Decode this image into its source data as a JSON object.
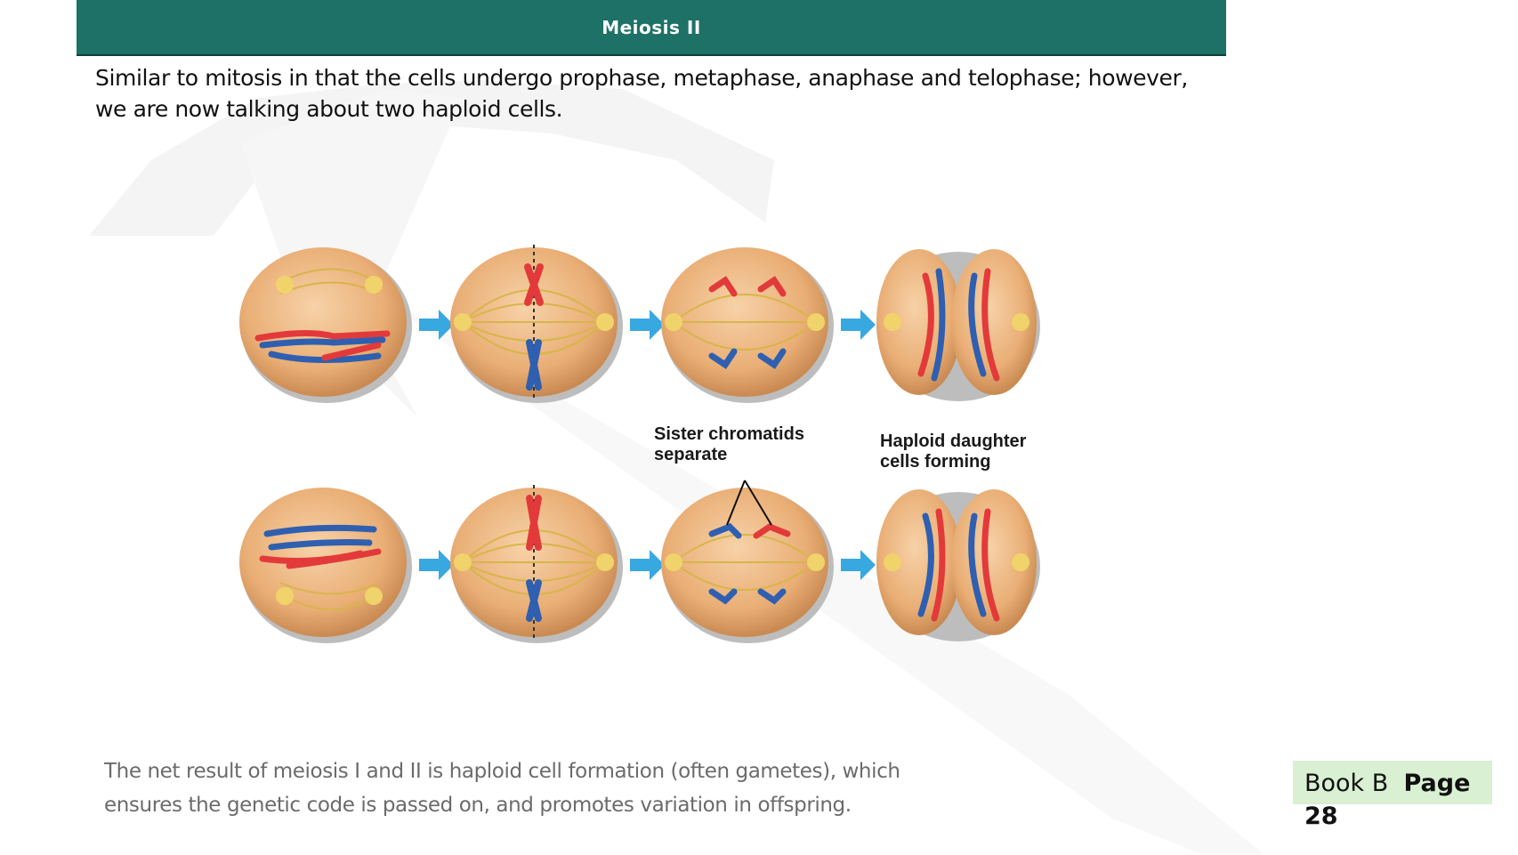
{
  "header": {
    "title": "Meiosis II"
  },
  "intro": {
    "text": "Similar to mitosis in that the cells undergo prophase, metaphase, anaphase and telophase; however, we are now talking about two haploid cells."
  },
  "diagram": {
    "label_sister": [
      "Sister chromatids",
      "separate"
    ],
    "label_haploid": [
      "Haploid daughter",
      "cells forming"
    ]
  },
  "summary": {
    "text": "The net result of meiosis I and II is haploid cell formation (often gametes), which ensures the genetic code is passed on, and promotes variation in offspring."
  },
  "reference": {
    "book": "Book B",
    "page_label": "Page",
    "page_number": "28",
    "background": "#d9f0d3"
  },
  "colors": {
    "header": "#1d7167",
    "cell": "#eab27d",
    "chromosome_red": "#e23a3a",
    "chromosome_blue": "#2f5fb0",
    "arrow": "#38a8e0",
    "spindle": "#d8b54a"
  }
}
